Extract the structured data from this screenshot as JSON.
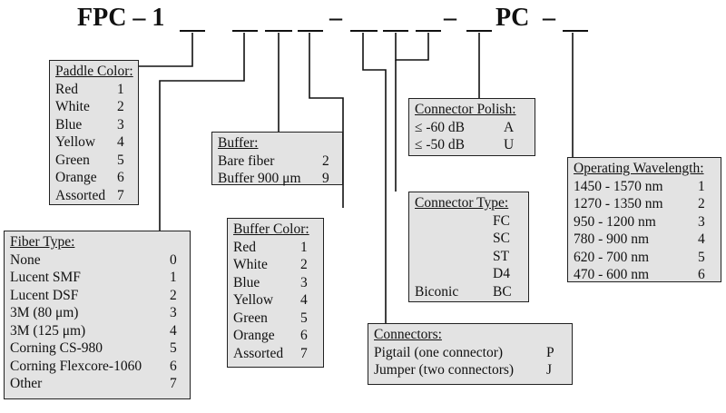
{
  "part_number": {
    "prefix": "FPC – 1",
    "dash1": "–",
    "dash2": "–",
    "dash3": "–",
    "pc": "PC",
    "dash4": "–"
  },
  "paddle_color": {
    "title": "Paddle Color:",
    "items": [
      {
        "label": "Red",
        "code": "1"
      },
      {
        "label": "White",
        "code": "2"
      },
      {
        "label": "Blue",
        "code": "3"
      },
      {
        "label": "Yellow",
        "code": "4"
      },
      {
        "label": "Green",
        "code": "5"
      },
      {
        "label": "Orange",
        "code": "6"
      },
      {
        "label": "Assorted",
        "code": "7"
      }
    ]
  },
  "fiber_type": {
    "title": "Fiber Type:",
    "items": [
      {
        "label": "None",
        "code": "0"
      },
      {
        "label": "Lucent SMF",
        "code": "1"
      },
      {
        "label": "Lucent DSF",
        "code": "2"
      },
      {
        "label": "3M (80 μm)",
        "code": "3"
      },
      {
        "label": "3M (125 μm)",
        "code": "4"
      },
      {
        "label": "Corning CS-980",
        "code": "5"
      },
      {
        "label": "Corning Flexcore-1060",
        "code": "6"
      },
      {
        "label": "Other",
        "code": "7"
      }
    ]
  },
  "buffer": {
    "title": "Buffer:",
    "items": [
      {
        "label": "Bare fiber",
        "code": "2"
      },
      {
        "label": "Buffer 900 μm",
        "code": "9"
      }
    ]
  },
  "buffer_color": {
    "title": "Buffer  Color:",
    "items": [
      {
        "label": "Red",
        "code": "1"
      },
      {
        "label": "White",
        "code": "2"
      },
      {
        "label": "Blue",
        "code": "3"
      },
      {
        "label": "Yellow",
        "code": "4"
      },
      {
        "label": "Green",
        "code": "5"
      },
      {
        "label": "Orange",
        "code": "6"
      },
      {
        "label": "Assorted",
        "code": "7"
      }
    ]
  },
  "connector_polish": {
    "title": "Connector Polish:",
    "items": [
      {
        "label": "≤ -60 dB",
        "code": "A"
      },
      {
        "label": "≤ -50 dB",
        "code": "U"
      }
    ]
  },
  "connector_type": {
    "title": "Connector Type:",
    "items": [
      {
        "label": "",
        "code": "FC"
      },
      {
        "label": "",
        "code": "SC"
      },
      {
        "label": "",
        "code": "ST"
      },
      {
        "label": "",
        "code": "D4"
      },
      {
        "label": "Biconic",
        "code": "BC"
      }
    ]
  },
  "connectors": {
    "title": "Connectors:",
    "items": [
      {
        "label": "Pigtail (one connector)",
        "code": "P"
      },
      {
        "label": "Jumper (two connectors)",
        "code": "J"
      }
    ]
  },
  "operating_wavelength": {
    "title": "Operating Wavelength:",
    "items": [
      {
        "label": "1450 - 1570 nm",
        "code": "1"
      },
      {
        "label": "1270 - 1350 nm",
        "code": "2"
      },
      {
        "label": "950 - 1200 nm",
        "code": "3"
      },
      {
        "label": "780 - 900 nm",
        "code": "4"
      },
      {
        "label": "620 - 700 nm",
        "code": "5"
      },
      {
        "label": "470 - 600 nm",
        "code": "6"
      }
    ]
  }
}
